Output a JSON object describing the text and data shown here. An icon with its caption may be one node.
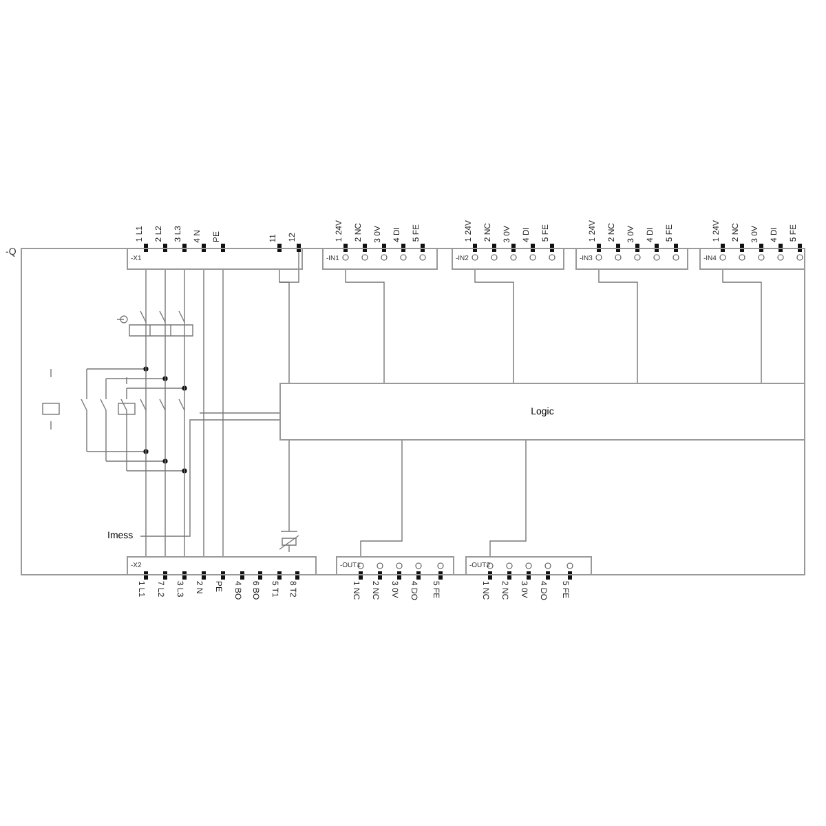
{
  "diagram": {
    "nodes": [
      {
        "text": [
          "-Q"
        ]
      },
      {
        "text": [
          "-X1"
        ],
        "in": 0,
        "beside": [
          "1 L1",
          "2 L2",
          "3 L3",
          "4 N",
          "PE",
          "11",
          "12"
        ]
      },
      {
        "text": [
          "-IN1"
        ],
        "in": 0,
        "beside": [
          "1 24V",
          "2 NC",
          "3 0V",
          "4 DI",
          "5 FE"
        ]
      },
      {
        "text": [
          "-IN2"
        ],
        "in": 0,
        "beside": [
          "1 24V",
          "2 NC",
          "3 0V",
          "4 DI",
          "5 FE"
        ]
      },
      {
        "text": [
          "-IN3"
        ],
        "in": 0,
        "beside": [
          "1 24V",
          "2 NC",
          "3 0V",
          "4 DI",
          "5 FE"
        ]
      },
      {
        "text": [
          "-IN4"
        ],
        "in": 0,
        "beside": [
          "1 24V",
          "2 NC",
          "3 0V",
          "4 DI",
          "5 FE"
        ]
      },
      {
        "text": [
          "Logic"
        ],
        "in": 0
      },
      {
        "text": [
          "Imess"
        ],
        "in": 0
      },
      {
        "text": [
          "-X2"
        ],
        "in": 0,
        "beside": [
          "1 L1",
          "7 L2",
          "3 L3",
          "2 N",
          "PE",
          "4 BO",
          "6 BO",
          "5 T1",
          "8 T2"
        ]
      },
      {
        "text": [
          "-OUT1"
        ],
        "in": 0,
        "beside": [
          "1 NC",
          "2 NC",
          "3 0V",
          "4 DO",
          "5 FE"
        ]
      },
      {
        "text": [
          "-OUT2"
        ],
        "in": 0,
        "beside": [
          "1 NC",
          "2 NC",
          "3 0V",
          "4 DO",
          "5 FE"
        ]
      },
      {
        "text": [],
        "shape": "picture",
        "in": 0
      }
    ],
    "edges": [
      {
        "from": 1,
        "to": 6,
        "arrow": "none"
      },
      {
        "from": 2,
        "to": 6,
        "arrow": "none"
      },
      {
        "from": 3,
        "to": 6,
        "arrow": "none"
      },
      {
        "from": 4,
        "to": 6,
        "arrow": "none"
      },
      {
        "from": 5,
        "to": 6,
        "arrow": "none"
      },
      {
        "from": 6,
        "to": 9,
        "arrow": "none"
      },
      {
        "from": 6,
        "to": 10,
        "arrow": "none"
      },
      {
        "from": 1,
        "to": 8,
        "arrow": "none"
      },
      {
        "from": 7,
        "to": 6,
        "arrow": "none"
      },
      {
        "from": 6,
        "to": 11,
        "arrow": "none"
      },
      {
        "from": 1,
        "to": 8,
        "arrow": "none"
      },
      {
        "from": 1,
        "to": 8,
        "arrow": "none"
      },
      {
        "from": 1,
        "to": 8,
        "arrow": "none"
      },
      {
        "from": 1,
        "to": 8,
        "arrow": "none"
      },
      {
        "from": null,
        "to": 6,
        "arrow": "none"
      }
    ]
  }
}
